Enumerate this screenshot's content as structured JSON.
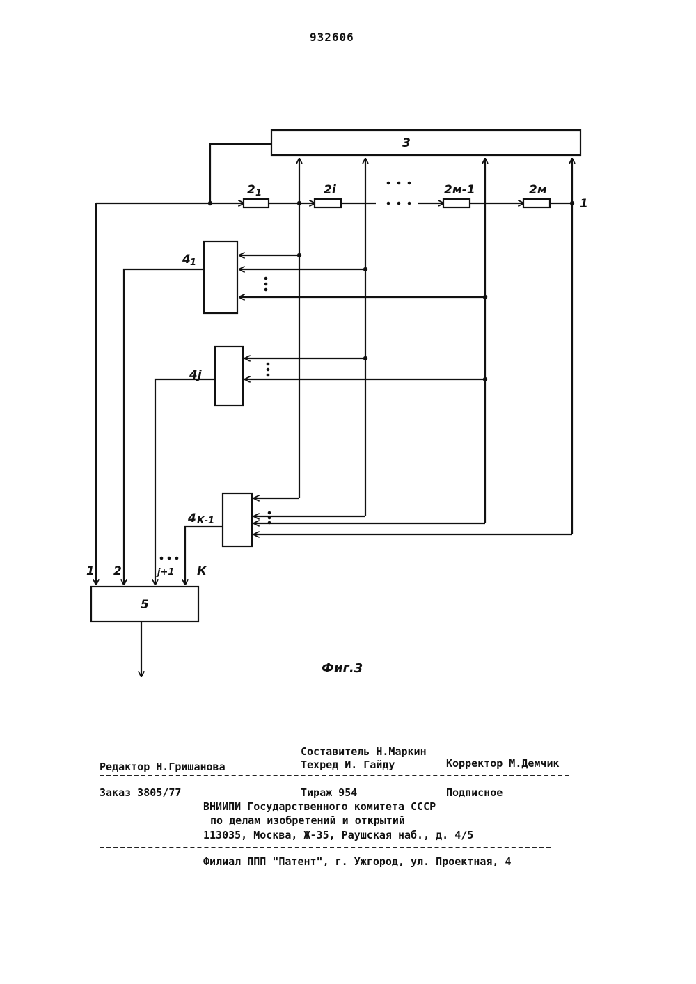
{
  "header": {
    "patent_number": "932606"
  },
  "figure": {
    "caption": "Фиг.3",
    "block_labels": {
      "memory": "3",
      "decoder_first": "4",
      "decoder_first_sub": "1",
      "decoder_mid": "4j",
      "decoder_last": "4",
      "decoder_last_sub": "К-1",
      "output_unit": "5"
    },
    "delay_labels": {
      "d1": "2",
      "d1_sub": "1",
      "di": "2i",
      "dm1": "2м-1",
      "dm": "2м"
    },
    "input_label": "1",
    "unit5_inputs": {
      "in1": "1",
      "in2": "2",
      "inj": "j+1",
      "ink": "К"
    },
    "ellipsis": "• • •"
  },
  "imprint": {
    "compiler": "Составитель Н.Маркин",
    "editor": "Редактор Н.Гришанова",
    "techred": "Техред И. Гайду",
    "corrector": "Корректор М.Демчик",
    "order": "Заказ 3805/77",
    "print_run": "Тираж 954",
    "subscription": "Подписное",
    "org_line1": "ВНИИПИ Государственного комитета СССР",
    "org_line2": "по делам изобретений и открытий",
    "org_line3": "113035, Москва, Ж-35, Раушская наб., д. 4/5",
    "branch": "Филиал ППП \"Патент\", г. Ужгород, ул. Проектная, 4"
  }
}
